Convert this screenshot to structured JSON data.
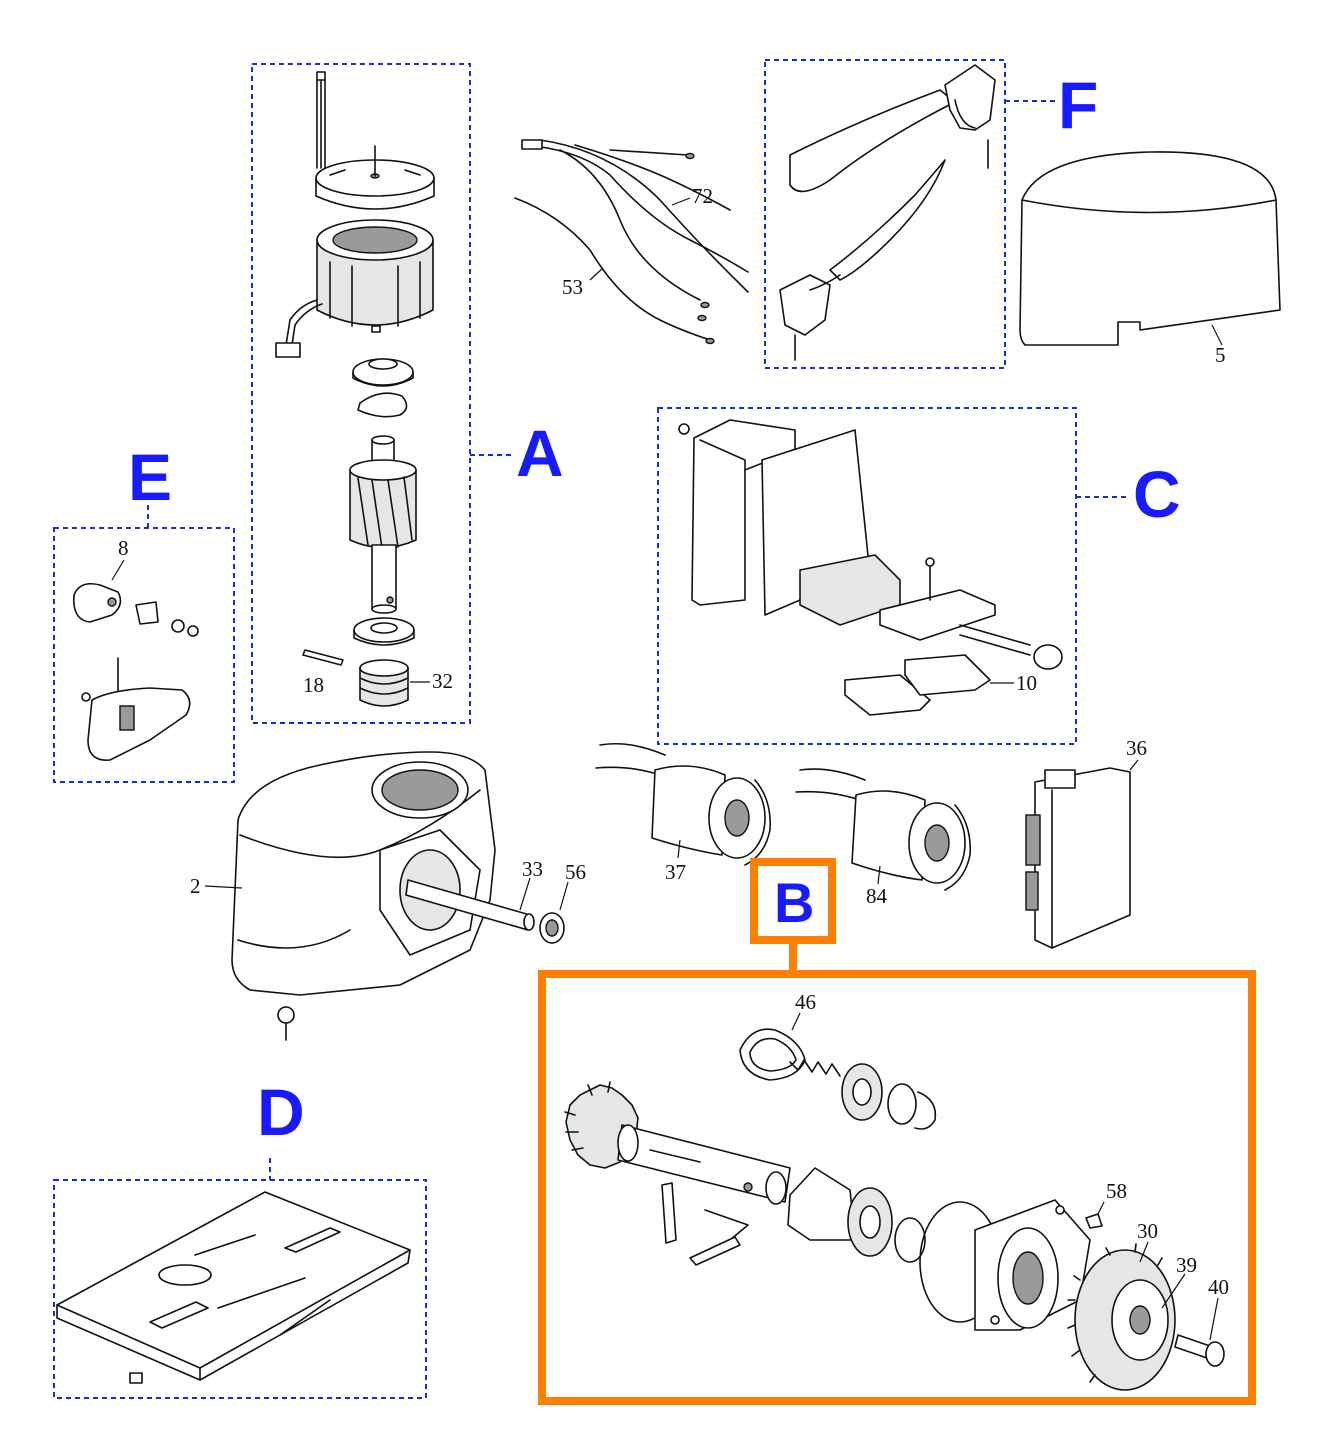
{
  "groups": {
    "A": {
      "label": "A"
    },
    "B": {
      "label": "B",
      "border_color": "#ff7f00"
    },
    "C": {
      "label": "C"
    },
    "D": {
      "label": "D"
    },
    "E": {
      "label": "E"
    },
    "F": {
      "label": "F"
    },
    "box_color": "#1a2bd0",
    "letter_color": "#1a1aff"
  },
  "parts": {
    "p2": "2",
    "p5": "5",
    "p8": "8",
    "p10": "10",
    "p18": "18",
    "p30": "30",
    "p32": "32",
    "p33": "33",
    "p36": "36",
    "p37": "37",
    "p39": "39",
    "p40": "40",
    "p46": "46",
    "p53": "53",
    "p56": "56",
    "p58": "58",
    "p72": "72",
    "p84": "84"
  }
}
